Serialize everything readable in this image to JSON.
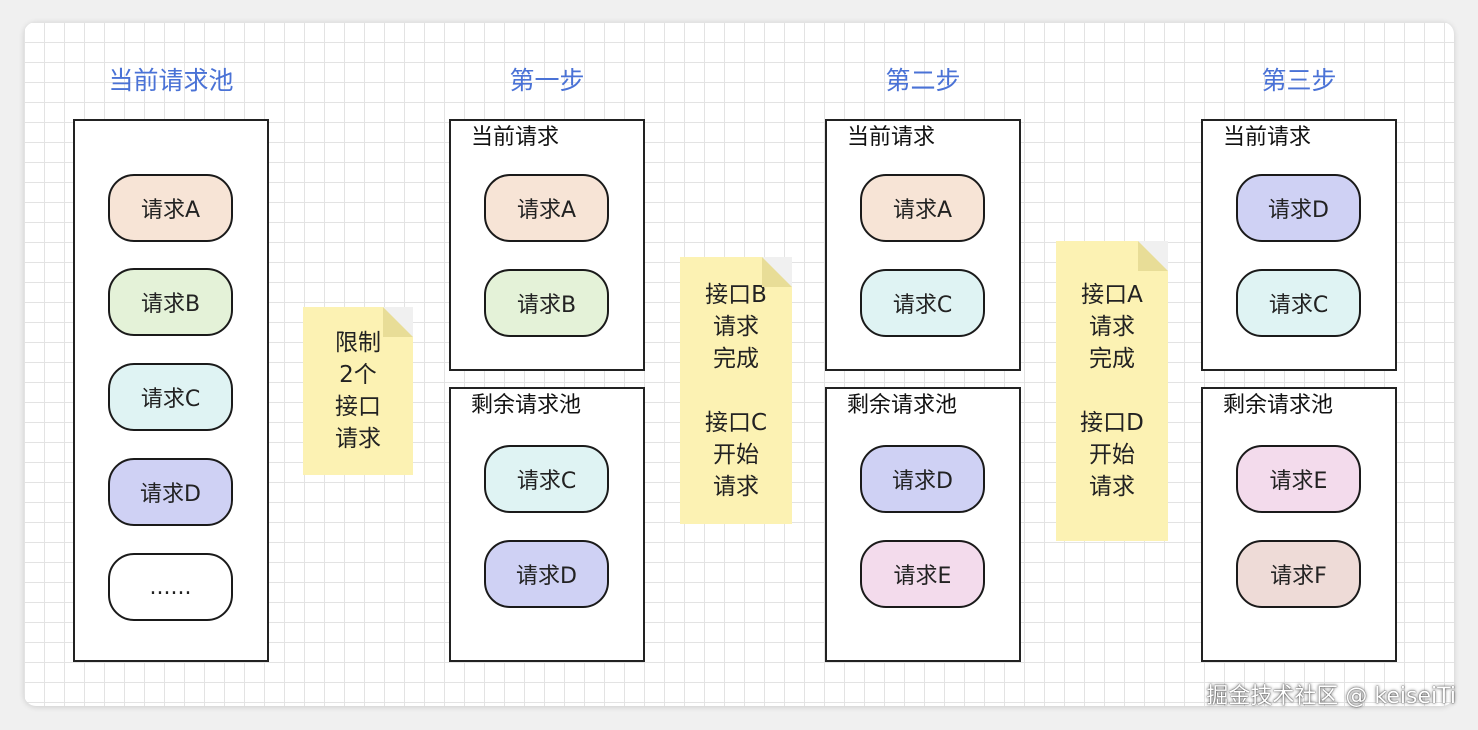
{
  "colors": {
    "title": "#4a72d6",
    "note_bg": "#fcf2b3",
    "pill_A": "#f7e4d6",
    "pill_B": "#e4f2d8",
    "pill_C": "#dff3f3",
    "pill_D": "#cfd1f4",
    "pill_E": "#f3dbec",
    "pill_F": "#eedbd7",
    "pill_more": "#ffffff"
  },
  "titles": {
    "pool": "当前请求池",
    "step1": "第一步",
    "step2": "第二步",
    "step3": "第三步"
  },
  "pool": {
    "items": [
      "请求A",
      "请求B",
      "请求C",
      "请求D",
      "......"
    ]
  },
  "steps": [
    {
      "current_label": "当前请求",
      "current_items": [
        "请求A",
        "请求B"
      ],
      "remaining_label": "剩余请求池",
      "remaining_items": [
        "请求C",
        "请求D"
      ]
    },
    {
      "current_label": "当前请求",
      "current_items": [
        "请求A",
        "请求C"
      ],
      "remaining_label": "剩余请求池",
      "remaining_items": [
        "请求D",
        "请求E"
      ]
    },
    {
      "current_label": "当前请求",
      "current_items": [
        "请求D",
        "请求C"
      ],
      "remaining_label": "剩余请求池",
      "remaining_items": [
        "请求E",
        "请求F"
      ]
    }
  ],
  "notes": [
    {
      "lines": [
        "限制",
        "2个",
        "接口",
        "请求"
      ]
    },
    {
      "lines": [
        "接口B",
        "请求",
        "完成",
        "",
        "接口C",
        "开始",
        "请求"
      ]
    },
    {
      "lines": [
        "接口A",
        "请求",
        "完成",
        "",
        "接口D",
        "开始",
        "请求"
      ]
    }
  ],
  "watermark": "掘金技术社区 @ keiseiTi"
}
